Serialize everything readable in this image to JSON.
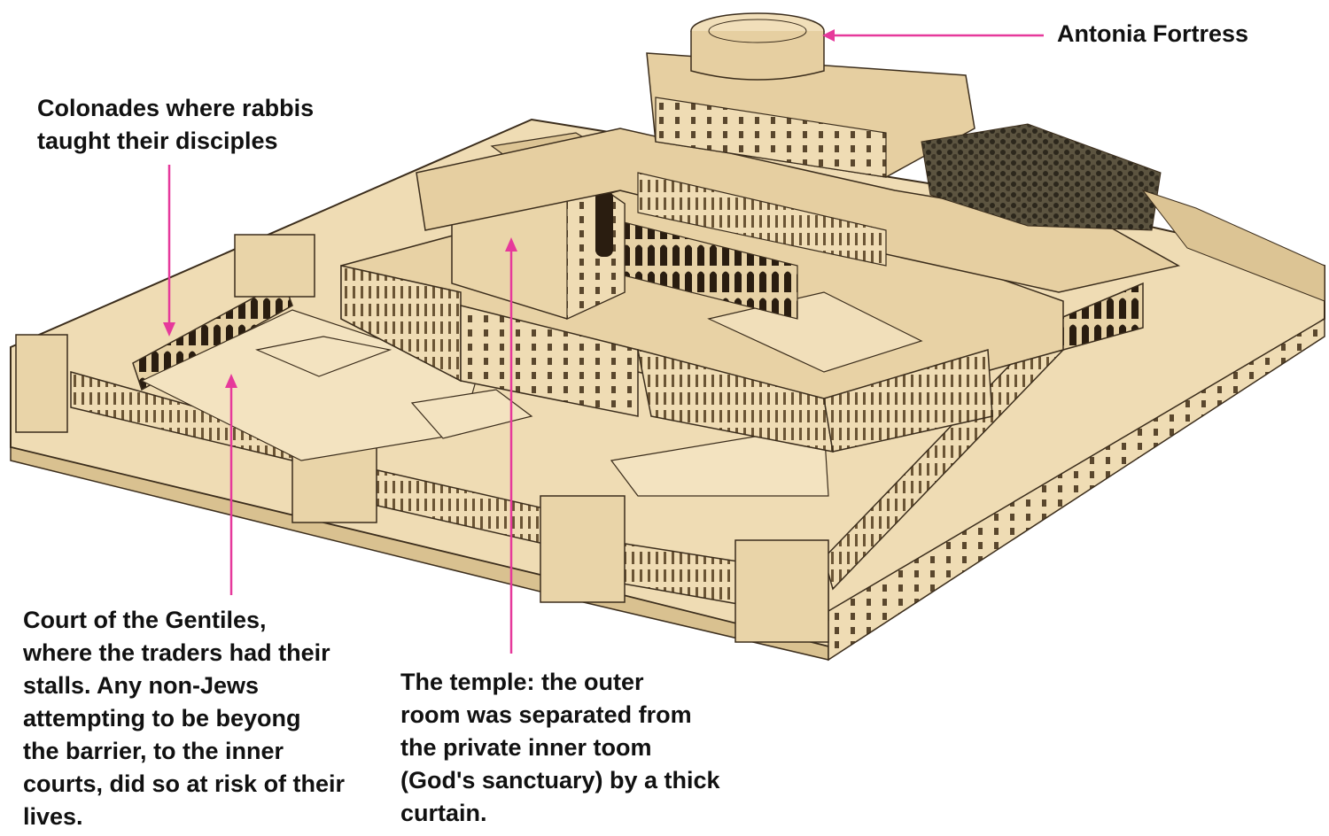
{
  "colors": {
    "stone": "#efdcb4",
    "stone_shade": "#d9c190",
    "ink": "#3b2d1c",
    "pointer": "#e6399b"
  },
  "labels": {
    "antonia": {
      "lines": [
        "Antonia Fortress"
      ]
    },
    "colonnades": {
      "lines": [
        "Colonades where rabbis",
        "taught their disciples"
      ]
    },
    "gentiles": {
      "lines": [
        "Court of the Gentiles,",
        "where the traders had their",
        "stalls.  Any non-Jews",
        "attempting to be beyong",
        "the barrier, to the inner",
        "courts, did so at risk of their",
        "lives."
      ]
    },
    "temple": {
      "lines": [
        "The temple: the outer",
        "room was separated from",
        "the private inner toom",
        "(God's sanctuary) by a thick",
        "curtain."
      ]
    }
  }
}
